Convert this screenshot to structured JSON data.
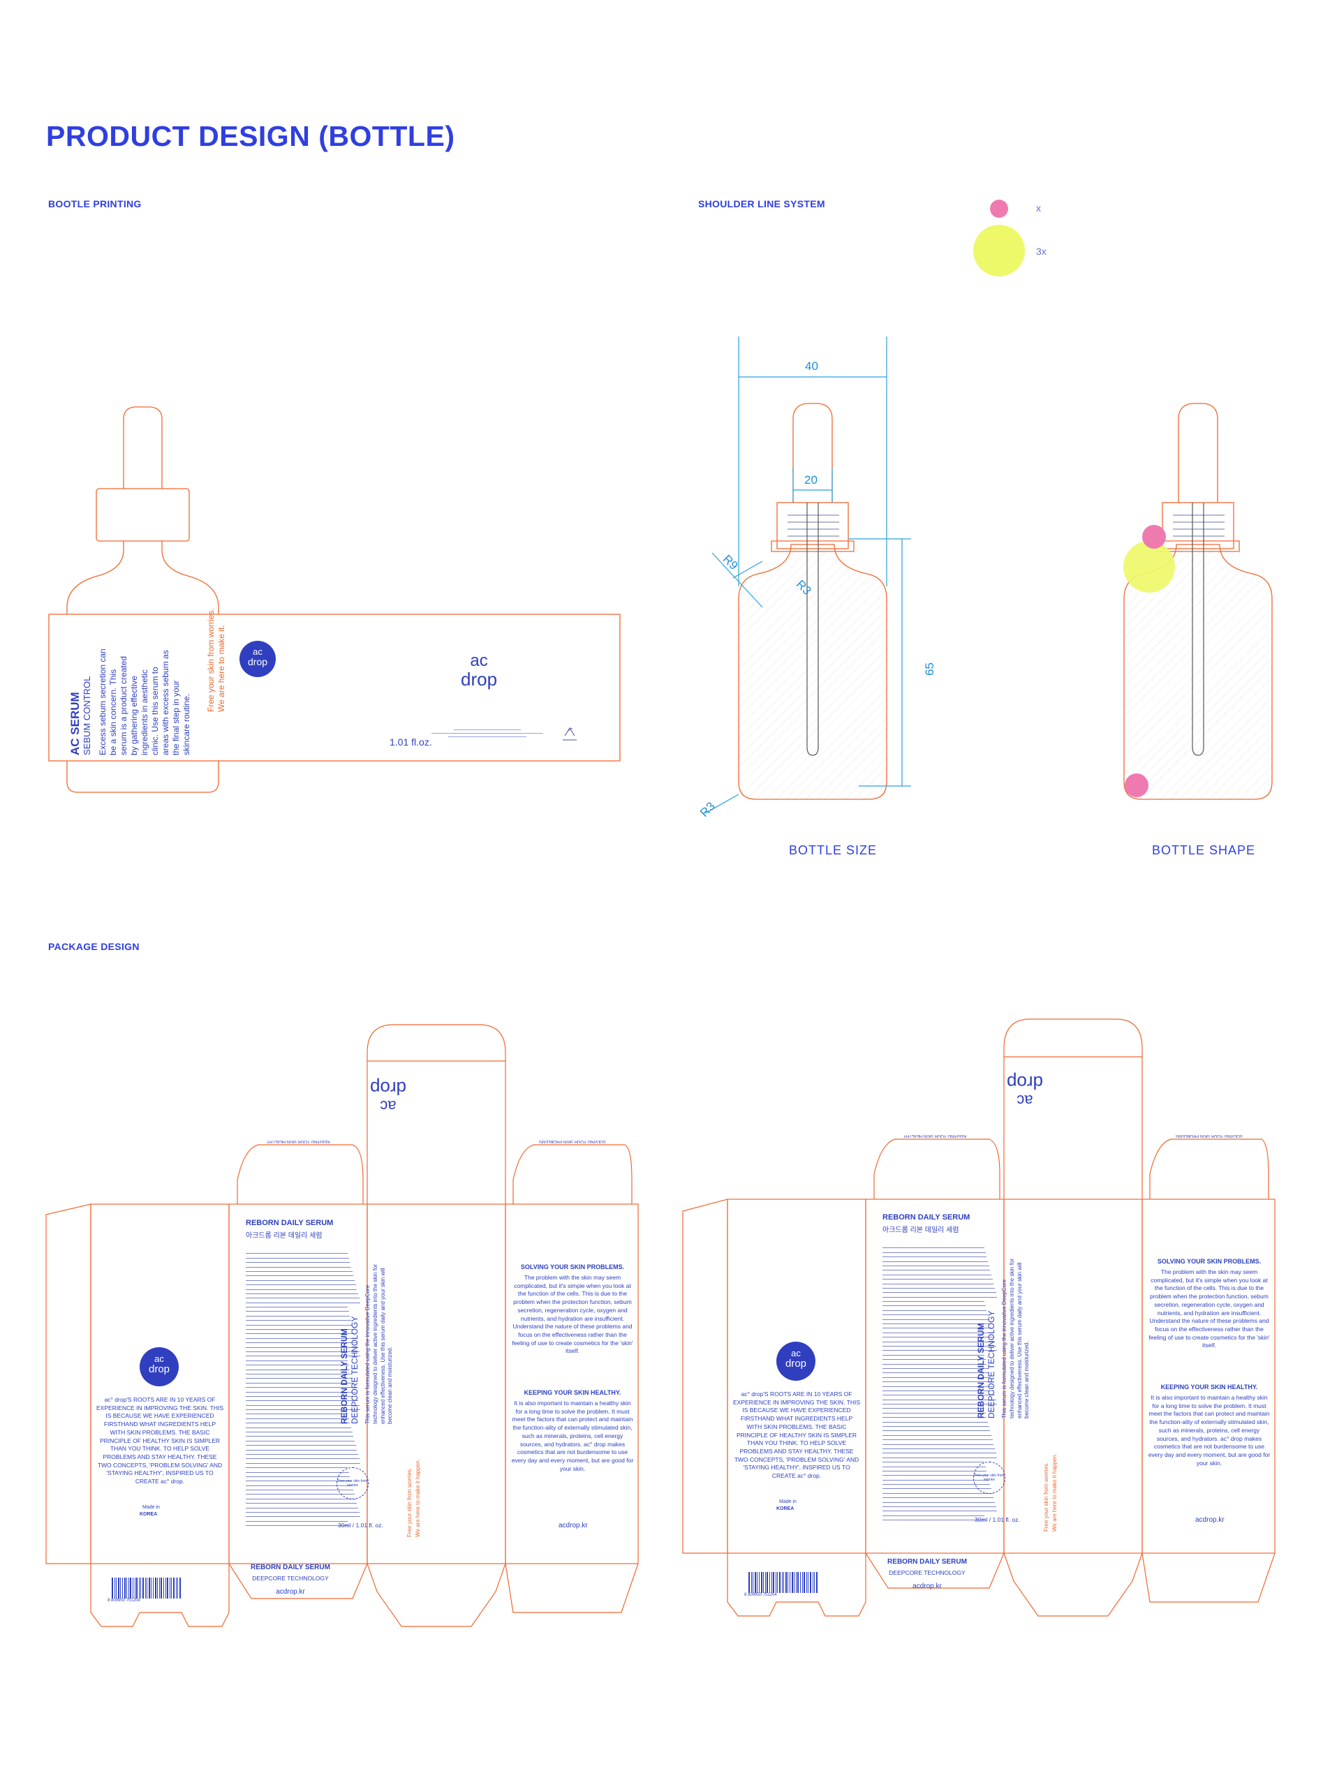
{
  "page": {
    "title": "PRODUCT DESIGN (BOTTLE)",
    "sections": {
      "bottle_printing": "BOOTLE PRINTING",
      "shoulder_line": "SHOULDER LINE SYSTEM",
      "package_design": "PACKAGE DESIGN"
    },
    "captions": {
      "bottle_size": "BOTTLE SIZE",
      "bottle_shape": "BOTTLE SHAPE"
    }
  },
  "legend": [
    {
      "label": "x",
      "color": "#ee7ab0"
    },
    {
      "label": "3x",
      "color": "#eef96a"
    }
  ],
  "brand": {
    "line1": "ac",
    "line2": "drop",
    "primary": "#2f3fbf",
    "accent": "#f0682f"
  },
  "bottle_label": {
    "name": "AC SERUM",
    "subtitle": "SEBUM CONTROL",
    "body": [
      "Excess sebum secretion can",
      "be a skin concern. This",
      "serum is a product created",
      "by gathering effective",
      "ingredients in aesthetic",
      "clinic. Use this serum to",
      "areas with excess sebum as",
      "the final step in your",
      "skincare routine."
    ],
    "tagline": [
      "Free your skin from worries.",
      "We are here to make it."
    ],
    "volume": "1.01 fl.oz."
  },
  "dimensions": {
    "width": "40",
    "neck": "20",
    "height": "65",
    "shoulder_r9": "R9",
    "shoulder_r3": "R3",
    "base_r3": "R3"
  },
  "package": {
    "product": "REBORN DAILY SERUM",
    "product_kr": "아크드롭 리본 데일리 세럼",
    "tech": "DEEPCORE TECHNOLOGY",
    "site": "acdrop.kr",
    "volume": "30ml / 1.01 fl. oz.",
    "top_flap_left": "KEEPING YOUR SKIN HEALTHY",
    "top_flap_right": "SOLVING YOUR SKIN PROBLEMS",
    "about": "ac° drop'S ROOTS ARE IN 10 YEARS OF EXPERIENCE IN IMPROVING THE SKIN. THIS IS BECAUSE WE HAVE EXPERIENCED FIRSTHAND WHAT INGREDIENTS HELP WITH SKIN PROBLEMS. THE BASIC PRINCIPLE OF HEALTHY SKIN IS SIMPLER THAN YOU THINK. TO HELP SOLVE PROBLEMS AND STAY HEALTHY. THESE TWO CONCEPTS, 'PROBLEM SOLVING' AND 'STAYING HEALTHY', INSPIRED US TO CREATE ac° drop.",
    "made_in": "Made in",
    "korea": "KOREA",
    "front_text": "This serum is formulated using the innovative DeepCore technology designed to deliver active ingredients into the skin for enhanced effectiveness. Use this serum daily and your skin will become clean and moisturized.",
    "tagline_1": "Free your skin from worries.",
    "tagline_2": "We are here to make it happen.",
    "stamp": "Free your skin from worries",
    "solving_title": "SOLVING YOUR SKIN PROBLEMS.",
    "solving_body": "The problem with the skin may seem complicated, but it's simple when you look at the function of the cells. This is due to the problem when the protection function, sebum secretion, regeneration cycle, oxygen and nutrients, and hydration are insufficient. Understand the nature of these problems and focus on the effectiveness rather than the feeling of use to create cosmetics for the 'skin' itself.",
    "keeping_title": "KEEPING YOUR SKIN HEALTHY.",
    "keeping_body": "It is also important to maintain a healthy skin for a long time to solve the problem. It must meet the factors that can protect and maintain the function-ality of externally stimulated skin, such as minerals, proteins, cell energy sources, and hydrators. ac° drop makes cosmetics that are not burdensome to use every day and every moment, but are good for your skin.",
    "barcode_digits": "8 809950 751204"
  }
}
